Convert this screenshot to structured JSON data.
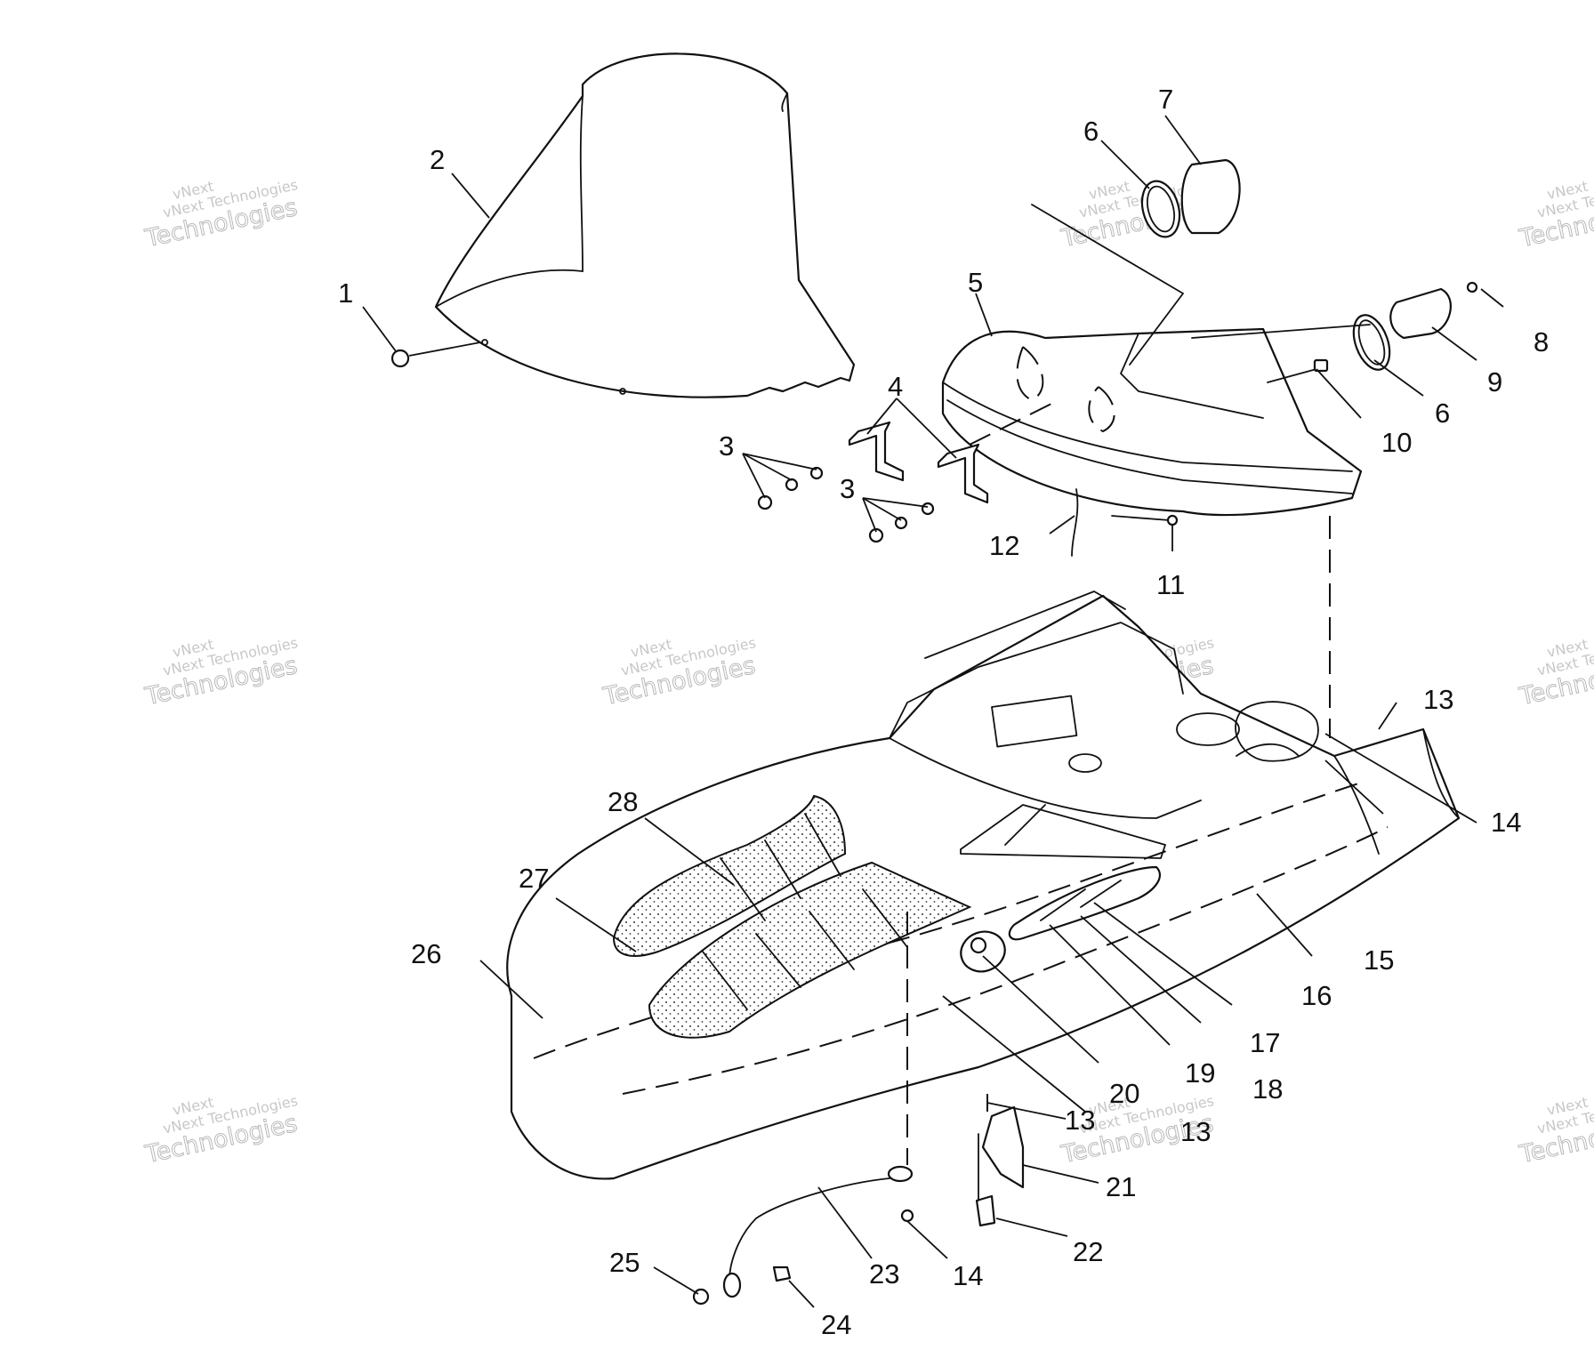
{
  "watermark": {
    "line1": "vNext",
    "line2": "vNext Technologies",
    "line3": "Technologies"
  },
  "callouts": [
    "1",
    "2",
    "3",
    "3",
    "4",
    "5",
    "6",
    "7",
    "6",
    "8",
    "9",
    "10",
    "11",
    "12",
    "13",
    "14",
    "15",
    "16",
    "17",
    "18",
    "19",
    "20",
    "13",
    "13",
    "21",
    "22",
    "23",
    "14",
    "24",
    "25",
    "26",
    "27",
    "28"
  ],
  "colors": {
    "line": "#111111",
    "background": "#ffffff"
  }
}
